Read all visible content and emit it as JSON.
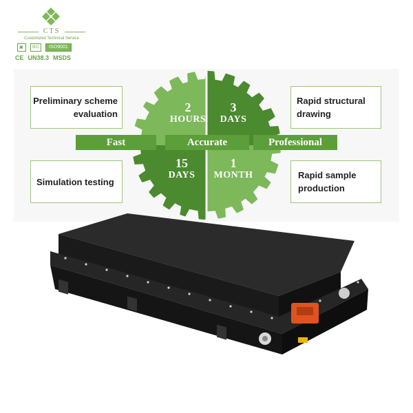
{
  "logo": {
    "brand": "CTS",
    "tagline": "Customized Technical Service",
    "certs": [
      "IEC",
      "ISO9001"
    ],
    "marks": [
      "CE",
      "UN38.3",
      "MSDS"
    ]
  },
  "diagram": {
    "callouts": {
      "top_left": "Preliminary scheme evaluation",
      "bottom_left": "Simulation testing",
      "top_right": "Rapid structural drawing",
      "bottom_right": "Rapid sample production"
    },
    "bars": [
      "Fast",
      "Accurate",
      "Professional"
    ],
    "quadrants": [
      {
        "num": "2",
        "unit": "HOURS"
      },
      {
        "num": "3",
        "unit": "DAYS"
      },
      {
        "num": "15",
        "unit": "DAYS"
      },
      {
        "num": "1",
        "unit": "MONTH"
      }
    ],
    "colors": {
      "light_green": "#7db85a",
      "dark_green": "#4b8a2e",
      "bar_green": "#5c9e3a",
      "border": "#9fc57e"
    }
  },
  "product": {
    "icon": "battery-pack-icon",
    "colors": {
      "casing": "#1c1c1c",
      "connector": "#e0531f",
      "terminal": "#d9d9d9"
    }
  }
}
